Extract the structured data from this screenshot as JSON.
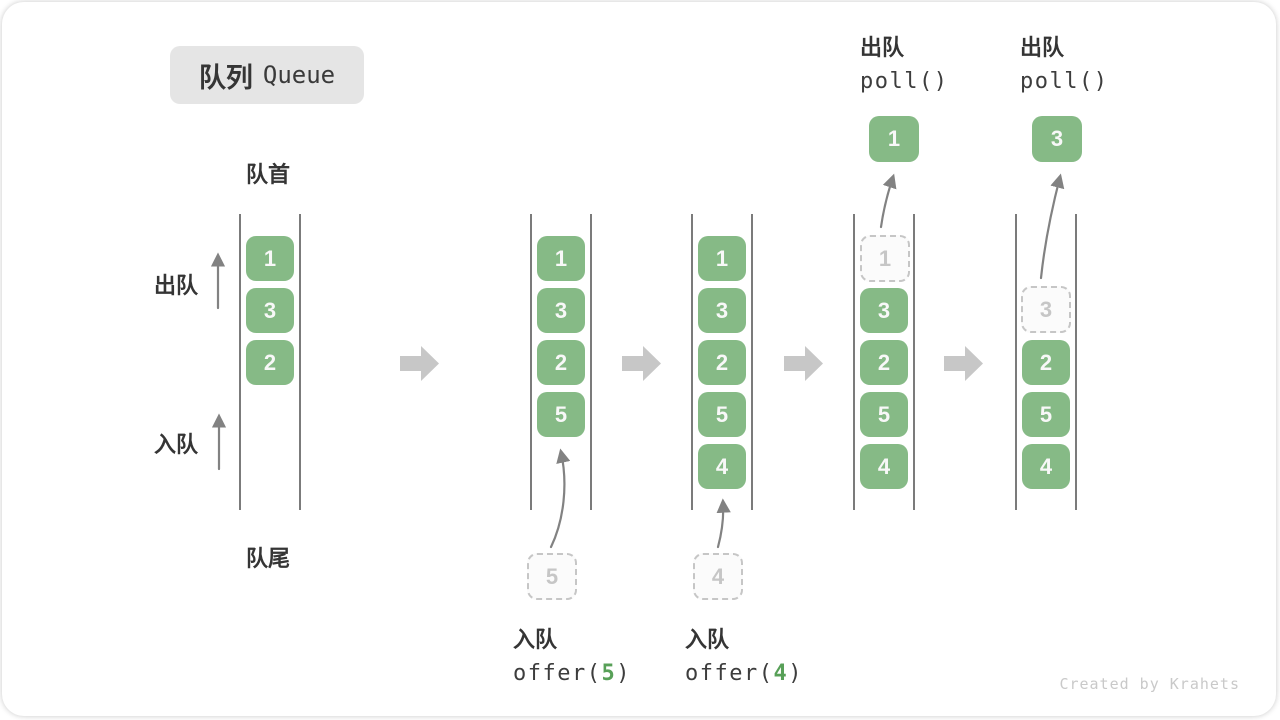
{
  "title": {
    "zh": "队列",
    "en": "Queue"
  },
  "side_labels": {
    "front": "队首",
    "rear": "队尾",
    "dequeue": "出队",
    "enqueue": "入队"
  },
  "operations": {
    "enqueue5": {
      "label": "入队",
      "code_before": "offer(",
      "arg": "5",
      "code_after": ")"
    },
    "enqueue4": {
      "label": "入队",
      "code_before": "offer(",
      "arg": "4",
      "code_after": ")"
    },
    "dequeue1": {
      "label": "出队",
      "code": "poll()"
    },
    "dequeue3": {
      "label": "出队",
      "code": "poll()"
    }
  },
  "queues": {
    "state1": {
      "slot0": "1",
      "slot1": "3",
      "slot2": "2"
    },
    "state2": {
      "slot0": "1",
      "slot1": "3",
      "slot2": "2",
      "slot3": "5",
      "pending": "5"
    },
    "state3": {
      "slot0": "1",
      "slot1": "3",
      "slot2": "2",
      "slot3": "5",
      "slot4": "4",
      "pending": "4"
    },
    "state4": {
      "removed": "1",
      "slot1": "3",
      "slot2": "2",
      "slot3": "5",
      "slot4": "4",
      "polled": "1"
    },
    "state5": {
      "removed": "3",
      "slot2": "2",
      "slot3": "5",
      "slot4": "4",
      "polled": "3"
    }
  },
  "watermark": "Created by Krahets",
  "colors": {
    "box_green": "#86ba86",
    "code_arg_green": "#58a058",
    "flow_arrow_gray": "#c7c7c7",
    "thin_arrow_gray": "#828282",
    "badge_bg": "#e5e5e5",
    "ghost_gray": "#c6c6c6"
  }
}
